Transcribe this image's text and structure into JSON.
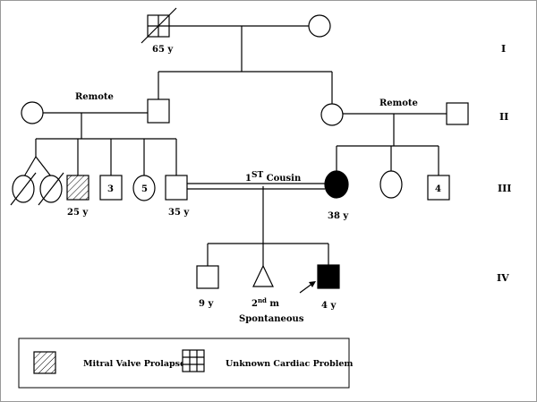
{
  "generations": [
    "I",
    "II",
    "III",
    "IV"
  ],
  "partnerships": {
    "remote_left": "Remote",
    "remote_right": "Remote",
    "cousin_prefix": "1",
    "cousin_sup": "ST",
    "cousin_suffix": " Cousin"
  },
  "individuals": {
    "gen1_father_age": "65 y",
    "gen3_affected_male_age": "25 y",
    "gen3_brothers_count": "3",
    "gen3_sisters_count": "5",
    "gen3_father_age": "35 y",
    "gen3_mother_age": "38 y",
    "gen3_half_brothers_count": "4",
    "gen4_brother_age": "9 y",
    "gen4_miscarriage_prefix": "2",
    "gen4_miscarriage_sup": "nd",
    "gen4_miscarriage_suffix": " m",
    "gen4_miscarriage_note": "Spontaneous",
    "gen4_proband_age": "4 y"
  },
  "legend": {
    "mitral_label": "Mitral Valve Prolapse",
    "unknown_label": "Unknown Cardiac Problem"
  }
}
